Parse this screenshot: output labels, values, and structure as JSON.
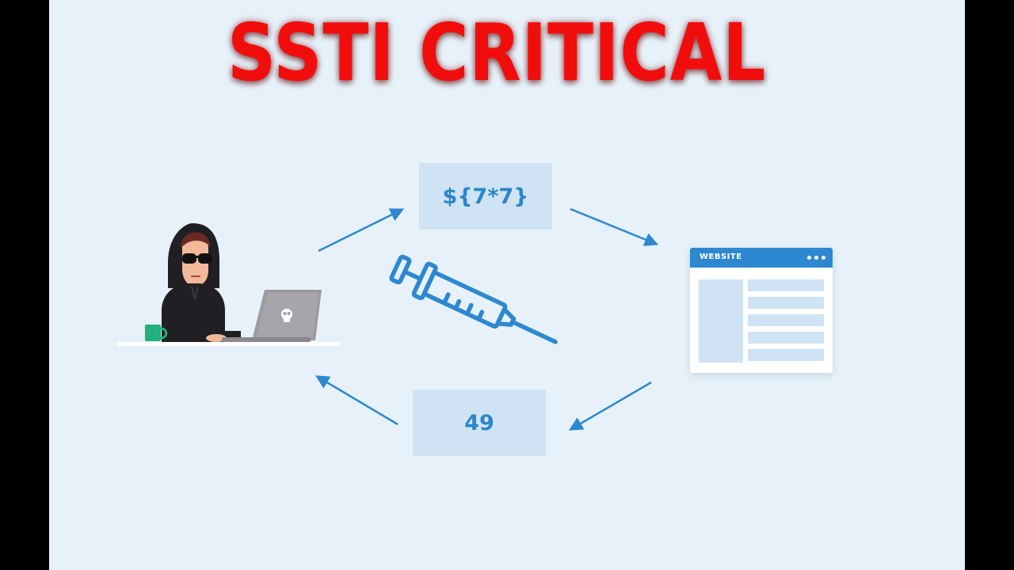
{
  "title": "SSTI CRITICAL",
  "request_payload": "${7*7}",
  "response_value": "49",
  "website_window": {
    "label": "WEBSITE",
    "menu_icon": "three-dots-icon",
    "sidebar_blocks": 1,
    "content_rows": 5
  },
  "icons": {
    "attacker": "hacker-at-laptop-icon",
    "laptop_logo": "skull-icon",
    "mug": "coffee-mug-icon",
    "injection": "syringe-icon"
  },
  "colors": {
    "background": "#e7f1f9",
    "title": "#f20d0d",
    "accent_blue": "#2d88cf",
    "box_fill": "#cfe3f4",
    "frame": "#000000"
  }
}
